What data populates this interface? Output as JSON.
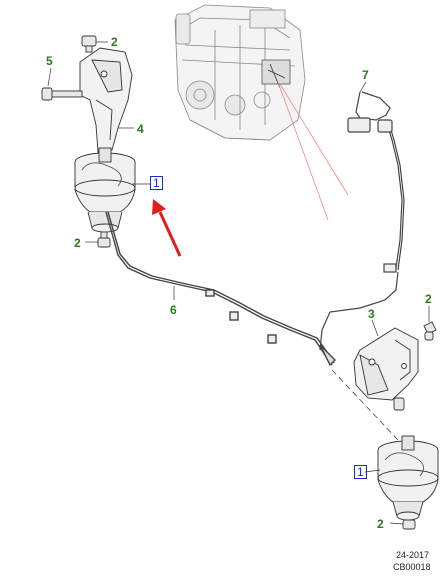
{
  "callouts": {
    "c2_top": "2",
    "c5": "5",
    "c4": "4",
    "c1_upper": "1",
    "c2_left": "2",
    "c6": "6",
    "c7": "7",
    "c3": "3",
    "c2_right": "2",
    "c1_lower": "1",
    "c2_bottom": "2"
  },
  "footer": {
    "line1": "24-2017",
    "line2": "CB00018"
  },
  "colors": {
    "callout_green": "#2a7a1c",
    "callout_blue": "#1a2fd0",
    "arrow_red": "#e21b1b",
    "leader_pink": "#e88a8a"
  }
}
